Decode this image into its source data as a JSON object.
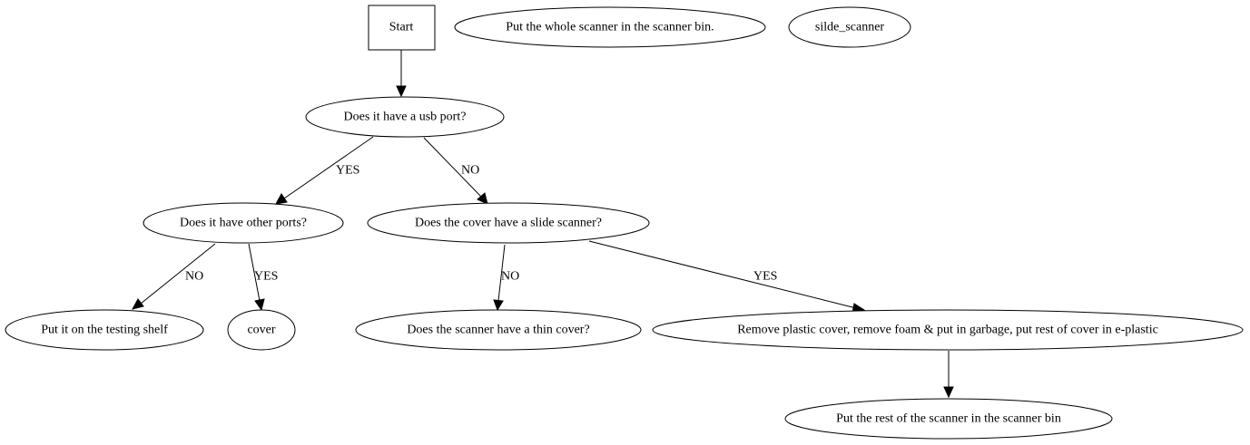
{
  "nodes": {
    "start": "Start",
    "whole_scanner": "Put the whole scanner in the scanner bin.",
    "silde_scanner": "silde_scanner",
    "usb_port": "Does it have a usb port?",
    "other_ports": "Does it have other ports?",
    "cover_slide": "Does the cover have a slide scanner?",
    "testing_shelf": "Put it on the testing shelf",
    "cover": "cover",
    "thin_cover": "Does the scanner have a thin cover?",
    "remove_plastic": "Remove plastic cover, remove foam & put in garbage, put rest of cover in e-plastic",
    "rest_scanner": "Put the rest of the scanner in the scanner bin"
  },
  "edges": {
    "usb_yes": "YES",
    "usb_no": "NO",
    "ports_no": "NO",
    "ports_yes": "YES",
    "slide_no": "NO",
    "slide_yes": "YES"
  }
}
